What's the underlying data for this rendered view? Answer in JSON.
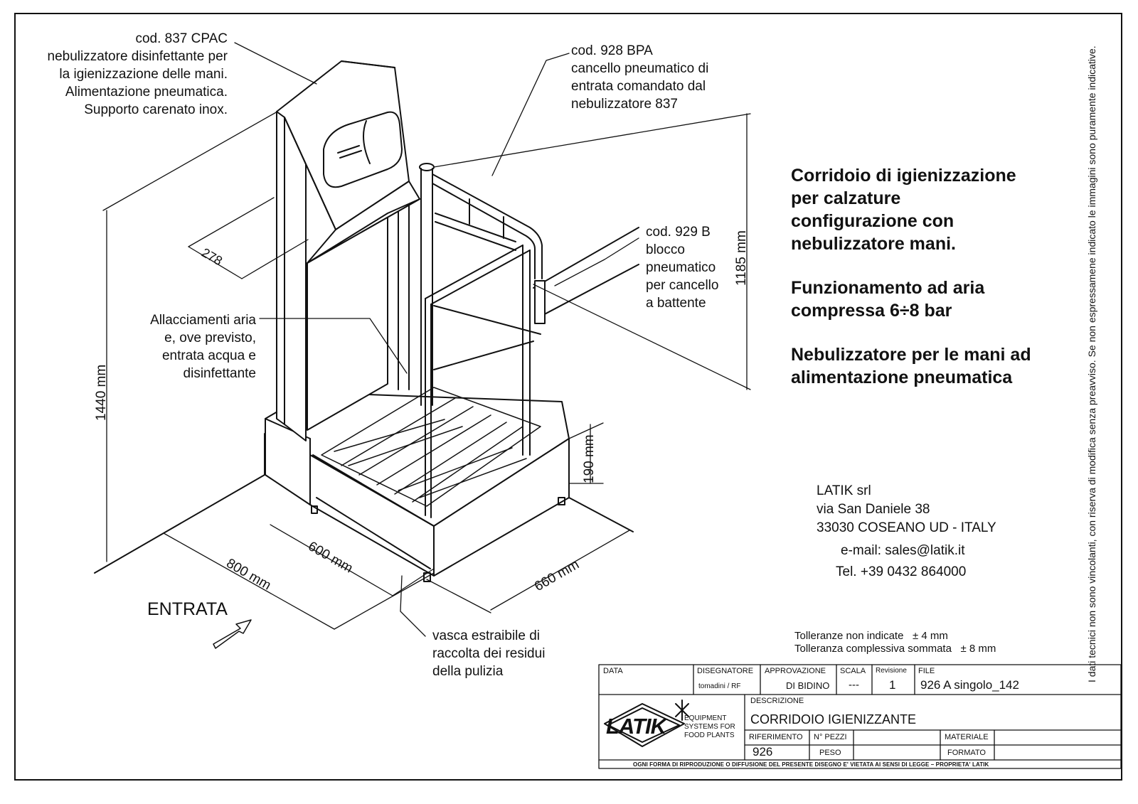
{
  "callouts": {
    "nebulizer": [
      "cod. 837 CPAC",
      "nebulizzatore disinfettante per",
      "la igienizzazione delle mani.",
      "Alimentazione pneumatica.",
      "Supporto carenato inox."
    ],
    "gate": [
      "cod. 928 BPA",
      "cancello pneumatico di",
      "entrata comandato dal",
      "nebulizzatore 837"
    ],
    "block": [
      "cod. 929 B",
      "blocco",
      "pneumatico",
      "per cancello",
      "a battente"
    ],
    "connections": [
      "Allacciamenti aria",
      "e, ove previsto,",
      "entrata acqua e",
      "disinfettante"
    ],
    "tray": [
      "vasca estraibile di",
      "raccolta dei residui",
      "della pulizia"
    ]
  },
  "dimensions": {
    "depth_278": "278",
    "height_1440": "1440 mm",
    "height_1185": "1185 mm",
    "height_190": "190 mm",
    "width_800": "800 mm",
    "width_600": "600 mm",
    "width_660": "660 mm"
  },
  "entrance_label": "ENTRATA",
  "title_block_text": {
    "line1": "Corridoio di igienizzazione",
    "line2": "per calzature",
    "line3": "configurazione con",
    "line4": "nebulizzatore mani.",
    "line5": "Funzionamento ad aria",
    "line6": "compressa 6÷8 bar",
    "line7": "Nebulizzatore per le mani ad",
    "line8": "alimentazione pneumatica"
  },
  "company": {
    "name": "LATIK srl",
    "street": "via San Daniele 38",
    "city": "33030 COSEANO UD - ITALY",
    "email": "e-mail: sales@latik.it",
    "tel": "Tel. +39 0432 864000"
  },
  "disclaimer": "I dati tecnici non sono vincolanti, con riserva di modifica senza preavviso. Se non espressamene indicato le immagini sono puramente indicative.",
  "tolerances": {
    "line1_label": "Tolleranze non indicate",
    "line1_value": "± 4 mm",
    "line2_label": "Tolleranza complessiva sommata",
    "line2_value": "± 8 mm"
  },
  "title_block": {
    "data_label": "DATA",
    "designer_label": "DISEGNATORE",
    "designer_value": "tomadini / RF",
    "approval_label": "APPROVAZIONE",
    "approval_value": "DI BIDINO",
    "scale_label": "SCALA",
    "scale_value": "---",
    "revision_label": "Revisione",
    "revision_value": "1",
    "file_label": "FILE",
    "file_value": "926 A singolo_142",
    "description_label": "DESCRIZIONE",
    "description_value": "CORRIDOIO IGIENIZZANTE",
    "reference_label": "RIFERIMENTO",
    "reference_value": "926",
    "pieces_label": "N° PEZZI",
    "weight_label": "PESO",
    "material_label": "MATERIALE",
    "format_label": "FORMATO",
    "logo_text": "LATIK",
    "tagline": [
      "EQUIPMENT",
      "SYSTEMS FOR",
      "FOOD PLANTS"
    ],
    "copyright": "OGNI FORMA DI RIPRODUZIONE O DIFFUSIONE DEL PRESENTE DISEGNO E' VIETATA AI SENSI DI LEGGE – PROPRIETA' LATIK"
  }
}
